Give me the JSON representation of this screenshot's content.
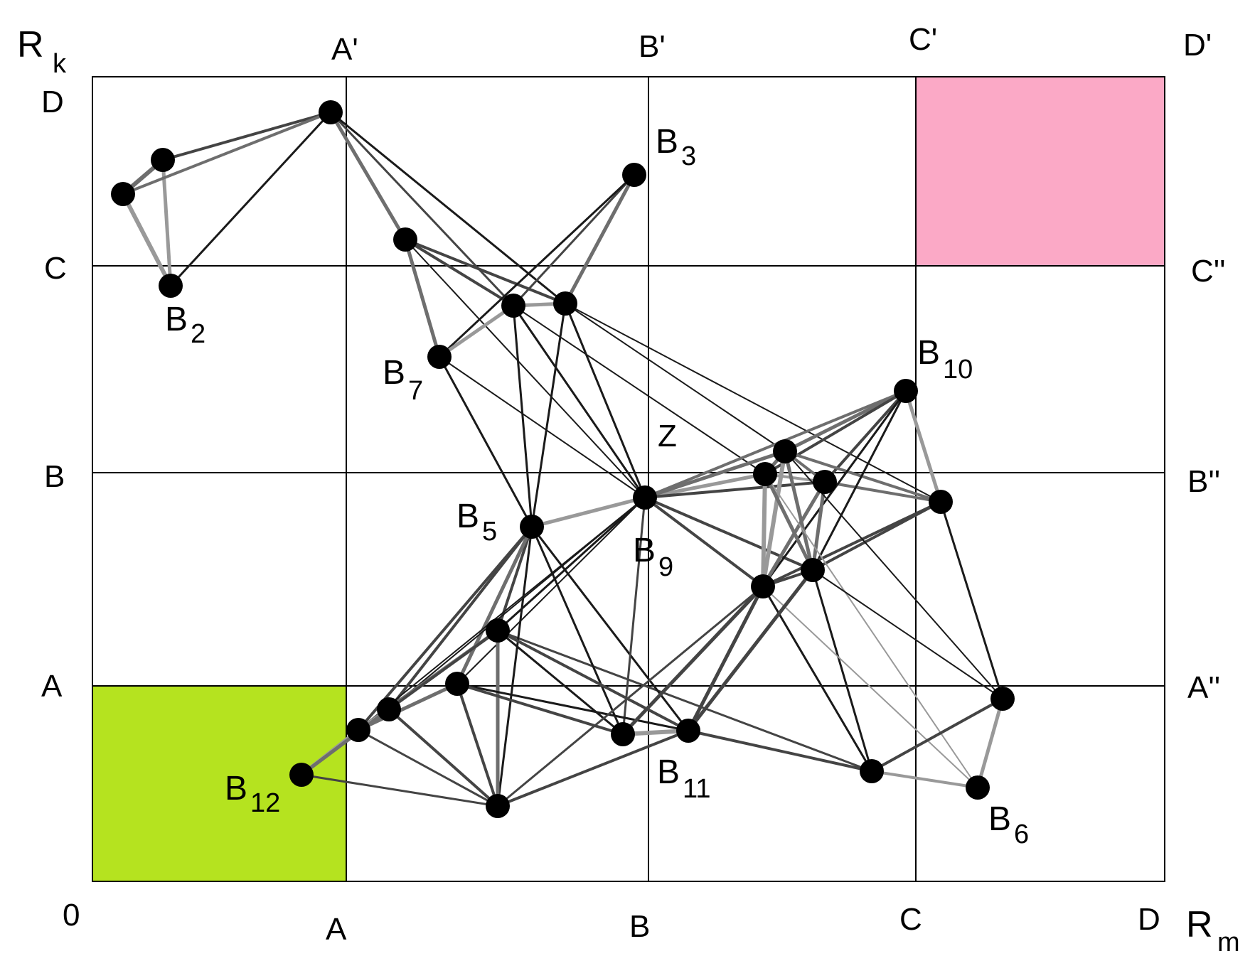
{
  "axes": {
    "y_name": "R",
    "y_sub": "k",
    "x_name": "R",
    "x_sub": "m",
    "origin": "0"
  },
  "bottom_labels": [
    "A",
    "B",
    "C",
    "D"
  ],
  "top_labels": [
    "A'",
    "B'",
    "C'",
    "D'"
  ],
  "left_labels": [
    "A",
    "B",
    "C",
    "D"
  ],
  "right_labels": [
    "A''",
    "B''",
    "C''"
  ],
  "center_label": "Z",
  "cell_colors": {
    "green": "#b5e31f",
    "pink": "#fba9c6"
  },
  "node_labels": [
    {
      "main": "B",
      "sub": "2"
    },
    {
      "main": "B",
      "sub": "3"
    },
    {
      "main": "B",
      "sub": "5"
    },
    {
      "main": "B",
      "sub": "6"
    },
    {
      "main": "B",
      "sub": "7"
    },
    {
      "main": "B",
      "sub": "9"
    },
    {
      "main": "B",
      "sub": "10"
    },
    {
      "main": "B",
      "sub": "11"
    },
    {
      "main": "B",
      "sub": "12"
    }
  ],
  "edge_colors": [
    "#1a1a1a",
    "#444444",
    "#6e6e6e",
    "#999999"
  ]
}
